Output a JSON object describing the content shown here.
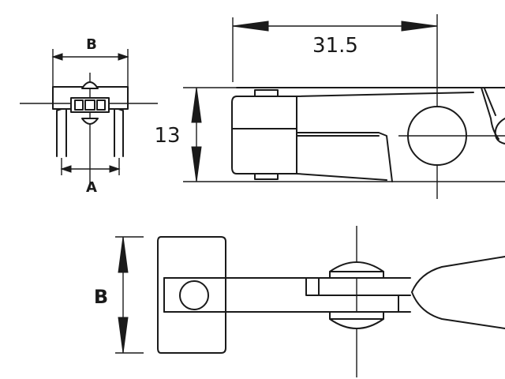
{
  "labels": {
    "dim_length": "31.5",
    "dim_height": "13",
    "label_b_small": "B",
    "label_a_small": "A",
    "label_b_large": "B"
  }
}
